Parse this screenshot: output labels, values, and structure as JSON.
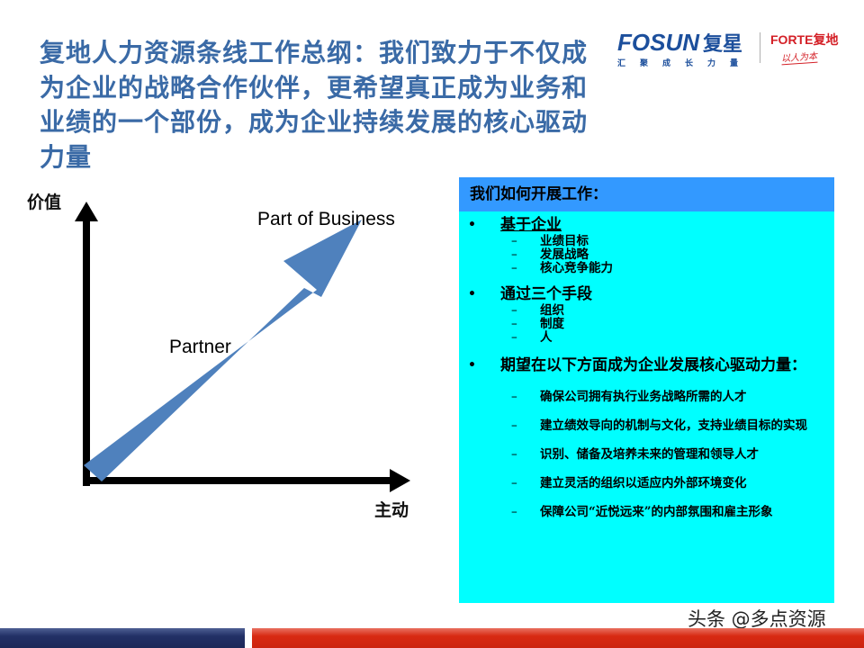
{
  "slide": {
    "title": "复地人力资源条线工作总纲：我们致力于不仅成为企业的战略合作伙伴，更希望真正成为业务和业绩的一个部份，成为企业持续发展的核心驱动力量",
    "title_color": "#3a6aa6"
  },
  "logos": {
    "fosun": {
      "brand": "FOSUN",
      "brand_cn": "复星",
      "slogan": "汇聚成长力量",
      "color": "#1c4f9c"
    },
    "forte": {
      "brand": "FORTE复地",
      "script": "以人为本",
      "color": "#d42027"
    }
  },
  "diagram": {
    "y_axis_label": "价值",
    "x_axis_label": "主动",
    "arrow_start_label": "Partner",
    "arrow_end_label": "Part of  Business",
    "arrow_color": "#4f81bd",
    "axis_color": "#000000"
  },
  "panel": {
    "header": "我们如何开展工作：",
    "header_bg": "#3399ff",
    "body_bg": "#00ffff",
    "sections": [
      {
        "title": "基于企业",
        "items": [
          "业绩目标",
          "发展战略",
          "核心竞争能力"
        ]
      },
      {
        "title": "通过三个手段",
        "items": [
          "组织",
          "制度",
          "人"
        ]
      },
      {
        "title": "期望在以下方面成为企业发展核心驱动力量：",
        "items": [
          "确保公司拥有执行业务战略所需的人才",
          "建立绩效导向的机制与文化，支持业绩目标的实现",
          "识别、储备及培养未来的管理和领导人才",
          "建立灵活的组织以适应内外部环境变化",
          "保障公司“近悦远来”的内部氛围和雇主形象"
        ]
      }
    ],
    "bullet_glyph": "•",
    "dash_glyph": "–"
  },
  "footer": {
    "watermark": "头条 @多点资源",
    "bar_left_color": "#223066",
    "bar_right_color": "#d82a12"
  }
}
